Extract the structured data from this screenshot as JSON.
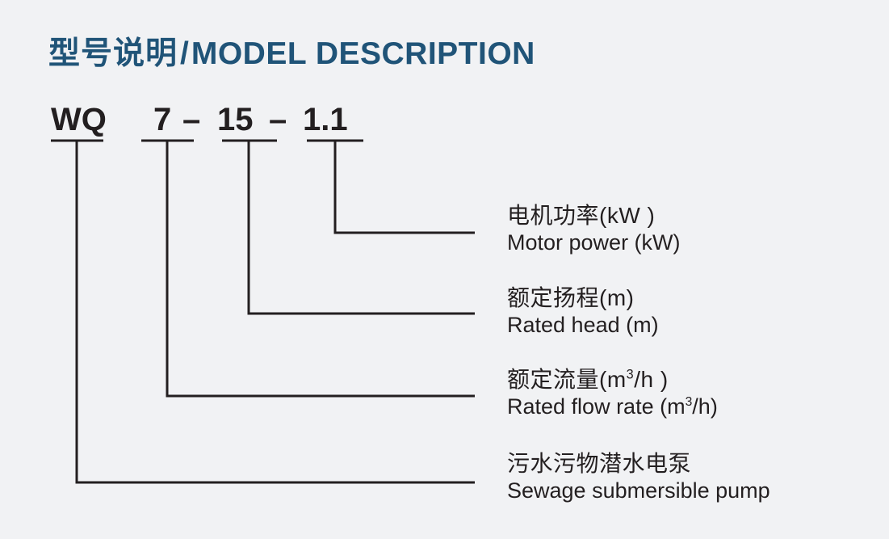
{
  "page": {
    "background_color": "#f1f2f4",
    "line_color": "#231f20",
    "text_color": "#231f20",
    "accent_color": "#205478"
  },
  "title": {
    "chinese": "型号说明",
    "separator": "/",
    "english": "MODEL DESCRIPTION",
    "full": "型号说明 / MODEL DESCRIPTION"
  },
  "model": {
    "full_code": "WQ 7 – 15 – 1.1",
    "tokens": [
      {
        "text": "WQ",
        "name": "series-code"
      },
      {
        "text": "7",
        "name": "flow-rate-value"
      },
      {
        "text": "15",
        "name": "rated-head-value"
      },
      {
        "text": "1.1",
        "name": "motor-power-value"
      }
    ],
    "separators": [
      "–",
      "–"
    ]
  },
  "callouts": [
    {
      "id": "motor-power",
      "chinese": "电机功率(kW )",
      "english": "Motor power (kW)",
      "english_prefix": "Motor power (kW)",
      "english_sup": "",
      "english_suffix": "",
      "refers_to": "1.1"
    },
    {
      "id": "rated-head",
      "chinese": "额定扬程(m)",
      "english": "Rated head (m)",
      "english_prefix": "Rated head (m)",
      "english_sup": "",
      "english_suffix": "",
      "refers_to": "15"
    },
    {
      "id": "rated-flow-rate",
      "chinese_prefix": "额定流量(m",
      "chinese_sup": "3",
      "chinese_suffix": "/h )",
      "chinese": "额定流量(m3/h )",
      "english_prefix": "Rated flow rate (m",
      "english_sup": "3",
      "english_suffix": "/h)",
      "english": "Rated flow rate (m3/h)",
      "refers_to": "7"
    },
    {
      "id": "sewage-submersible-pump",
      "chinese": "污水污物潜水电泵",
      "english": "Sewage submersible pump",
      "english_prefix": "Sewage submersible pump",
      "english_sup": "",
      "english_suffix": "",
      "refers_to": "WQ"
    }
  ]
}
